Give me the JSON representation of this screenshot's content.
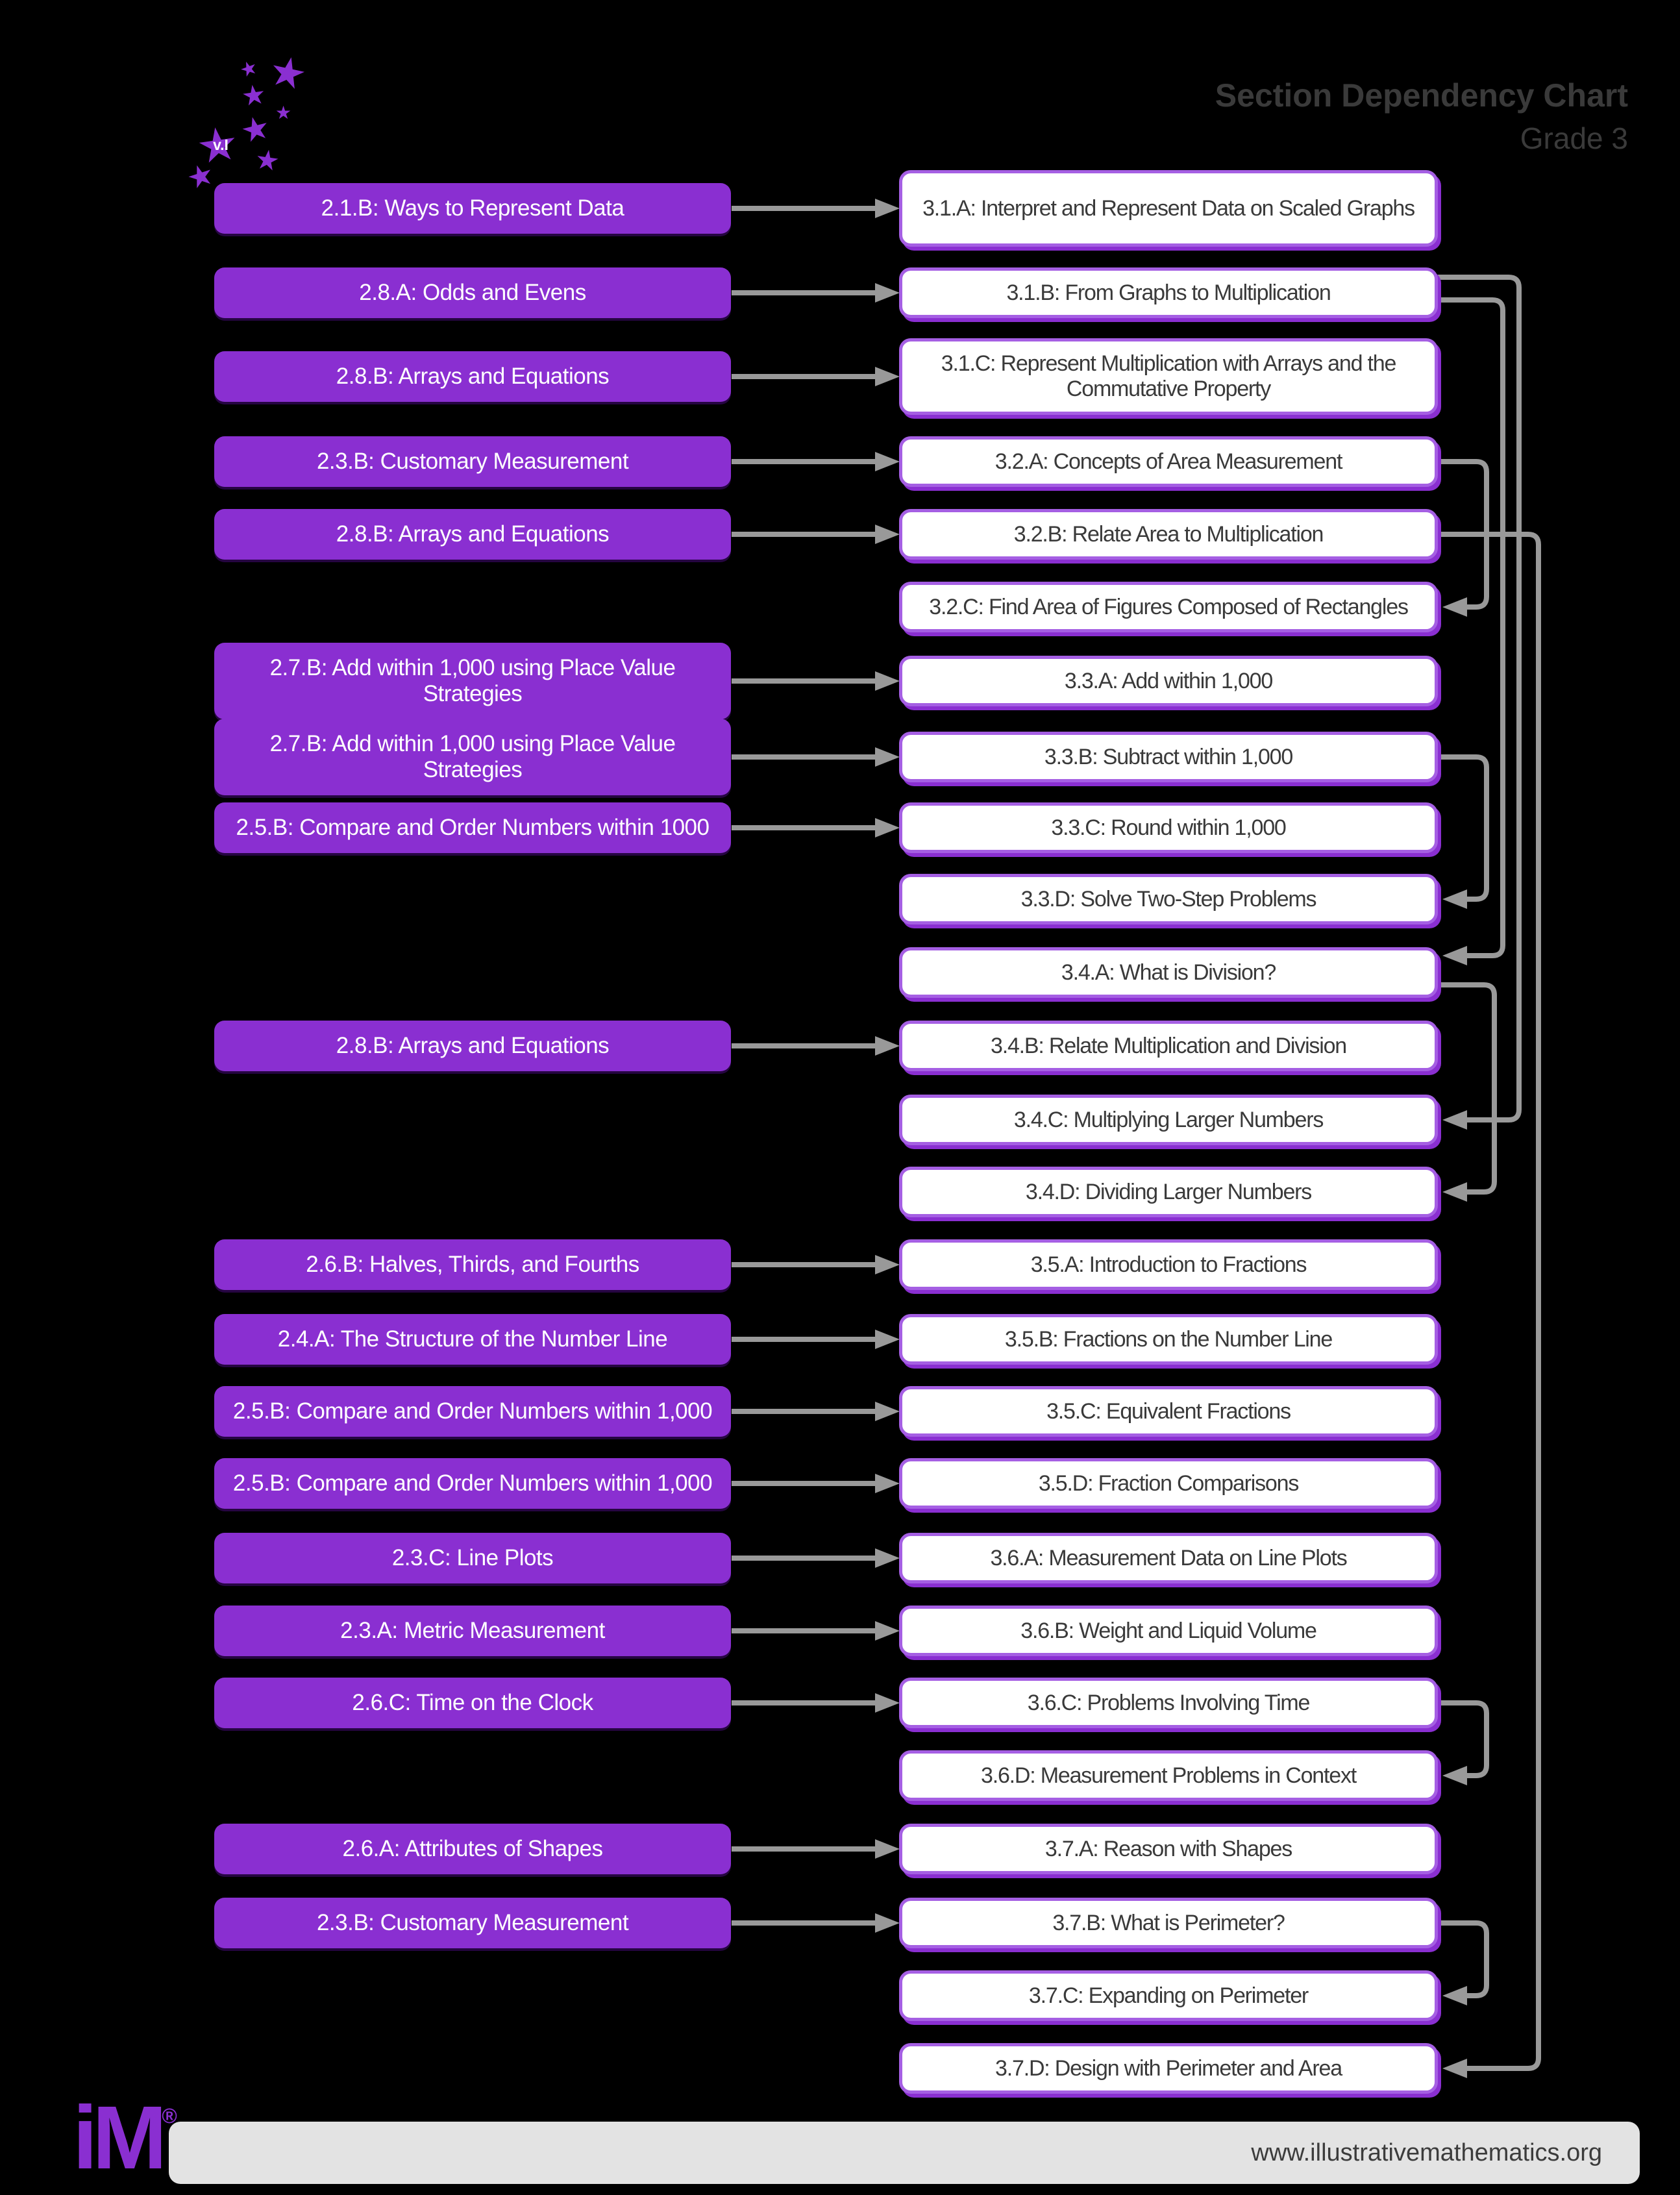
{
  "header": {
    "title": "Section Dependency Chart",
    "subtitle": "Grade 3",
    "stars_version_label": "v.I"
  },
  "rows": [
    {
      "left": "2.1.B: Ways to Represent Data",
      "right": "3.1.A: Interpret and Represent Data on Scaled Graphs"
    },
    {
      "left": "2.8.A: Odds and Evens",
      "right": "3.1.B: From Graphs to Multiplication"
    },
    {
      "left": "2.8.B: Arrays and Equations",
      "right": "3.1.C: Represent Multiplication with Arrays and the Commutative Property"
    },
    {
      "left": "2.3.B: Customary Measurement",
      "right": "3.2.A: Concepts of Area Measurement"
    },
    {
      "left": "2.8.B: Arrays and Equations",
      "right": "3.2.B: Relate Area to Multiplication"
    },
    {
      "right": "3.2.C: Find Area of Figures Composed of Rectangles"
    },
    {
      "left": "2.7.B: Add within 1,000 using Place Value Strategies",
      "right": "3.3.A: Add within 1,000"
    },
    {
      "left": "2.7.B: Add within 1,000 using Place Value Strategies",
      "right": "3.3.B: Subtract within 1,000"
    },
    {
      "left": "2.5.B: Compare and Order Numbers within 1000",
      "right": "3.3.C: Round within 1,000"
    },
    {
      "right": "3.3.D: Solve Two-Step Problems"
    },
    {
      "right": "3.4.A: What is Division?"
    },
    {
      "left": "2.8.B: Arrays and Equations",
      "right": "3.4.B: Relate Multiplication and Division"
    },
    {
      "right": "3.4.C: Multiplying Larger Numbers"
    },
    {
      "right": "3.4.D: Dividing Larger Numbers"
    },
    {
      "left": "2.6.B: Halves, Thirds, and Fourths",
      "right": "3.5.A: Introduction to Fractions"
    },
    {
      "left": "2.4.A: The Structure of the Number Line",
      "right": "3.5.B: Fractions on the Number Line"
    },
    {
      "left": "2.5.B: Compare and Order Numbers within 1,000",
      "right": "3.5.C: Equivalent Fractions"
    },
    {
      "left": "2.5.B: Compare and Order Numbers within 1,000",
      "right": "3.5.D: Fraction Comparisons"
    },
    {
      "left": "2.3.C: Line Plots",
      "right": "3.6.A: Measurement Data on Line Plots"
    },
    {
      "left": "2.3.A: Metric Measurement",
      "right": "3.6.B: Weight and Liquid Volume"
    },
    {
      "left": "2.6.C: Time on the Clock",
      "right": "3.6.C: Problems Involving Time"
    },
    {
      "right": "3.6.D: Measurement Problems in Context"
    },
    {
      "left": "2.6.A: Attributes of Shapes",
      "right": "3.7.A: Reason with Shapes"
    },
    {
      "left": "2.3.B: Customary Measurement",
      "right": "3.7.B: What is Perimeter?"
    },
    {
      "right": "3.7.C: Expanding on Perimeter"
    },
    {
      "right": "3.7.D: Design with Perimeter and Area"
    }
  ],
  "right_side_dependencies": [
    {
      "from": "3.1.B",
      "to": "3.4.A"
    },
    {
      "from": "3.1.B",
      "to": "3.4.C"
    },
    {
      "from": "3.2.A",
      "to": "3.2.C"
    },
    {
      "from": "3.2.B",
      "to": "3.7.D"
    },
    {
      "from": "3.3.B",
      "to": "3.3.D"
    },
    {
      "from": "3.4.A",
      "to": "3.4.D"
    },
    {
      "from": "3.6.C",
      "to": "3.6.D"
    },
    {
      "from": "3.7.B",
      "to": "3.7.C"
    }
  ],
  "footer": {
    "logo_text": "iM",
    "registered_mark": "®",
    "url": "www.illustrativemathematics.org"
  },
  "colors": {
    "background": "#000000",
    "purple_box": "#8a2fd1",
    "white_box_border": "#a55fe3",
    "arrow_gray": "#999999",
    "heading_gray": "#3a3a3a",
    "footer_bar": "#e3e3e3"
  }
}
